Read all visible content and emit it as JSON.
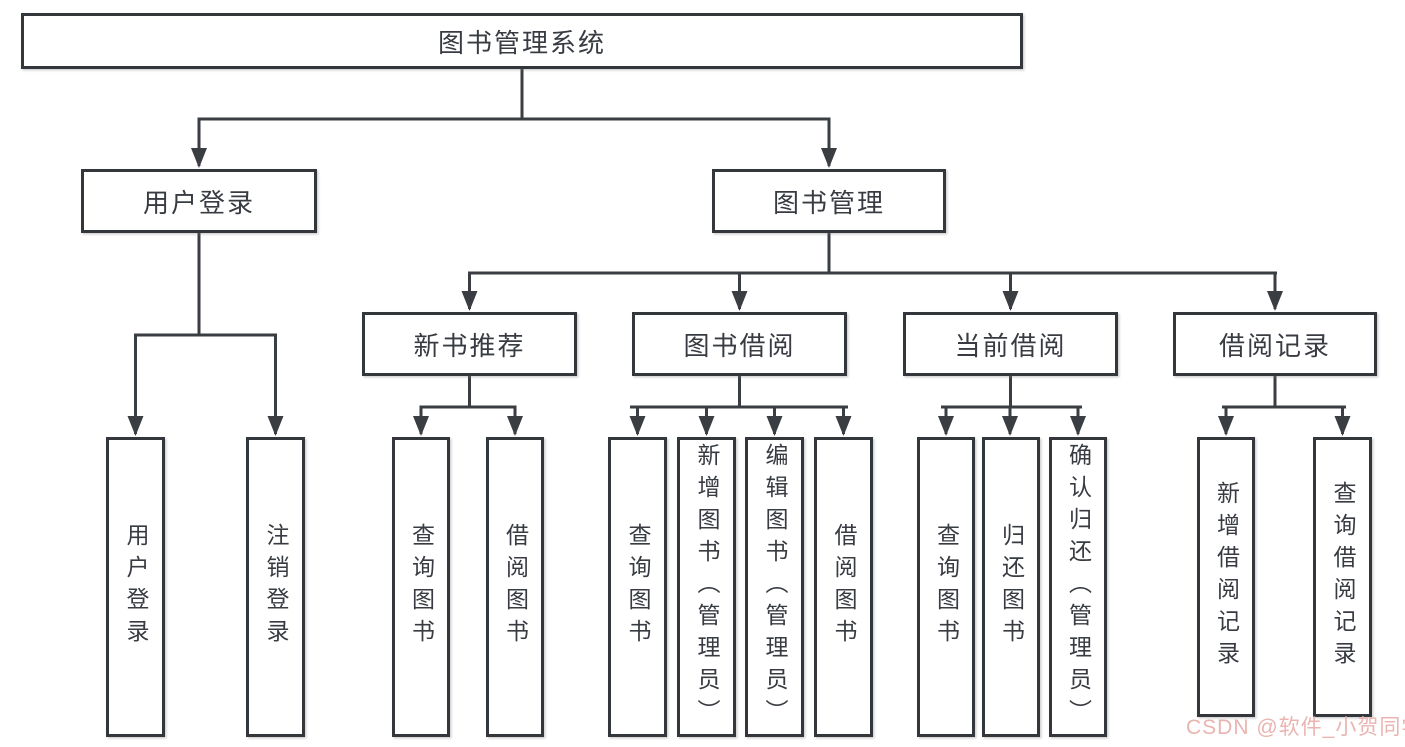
{
  "diagram": {
    "root": {
      "label": "图书管理系统"
    },
    "login": {
      "label": "用户登录",
      "children": [
        "用户登录",
        "注销登录"
      ]
    },
    "mgmt": {
      "label": "图书管理",
      "branches": [
        {
          "label": "新书推荐",
          "children": [
            "查询图书",
            "借阅图书"
          ]
        },
        {
          "label": "图书借阅",
          "children": [
            "查询图书",
            "新增图书（管理员）",
            "编辑图书（管理员）",
            "借阅图书"
          ]
        },
        {
          "label": "当前借阅",
          "children": [
            "查询图书",
            "归还图书",
            "确认归还（管理员）"
          ]
        },
        {
          "label": "借阅记录",
          "children": [
            "新增借阅记录",
            "查询借阅记录"
          ]
        }
      ]
    }
  },
  "watermark": {
    "text": "CSDN @软件_小贺同学"
  },
  "colors": {
    "border": "#33373b",
    "line": "#3a3d41",
    "text": "#383c42",
    "watermark": "#eab4b0",
    "background": "#ffffff"
  }
}
